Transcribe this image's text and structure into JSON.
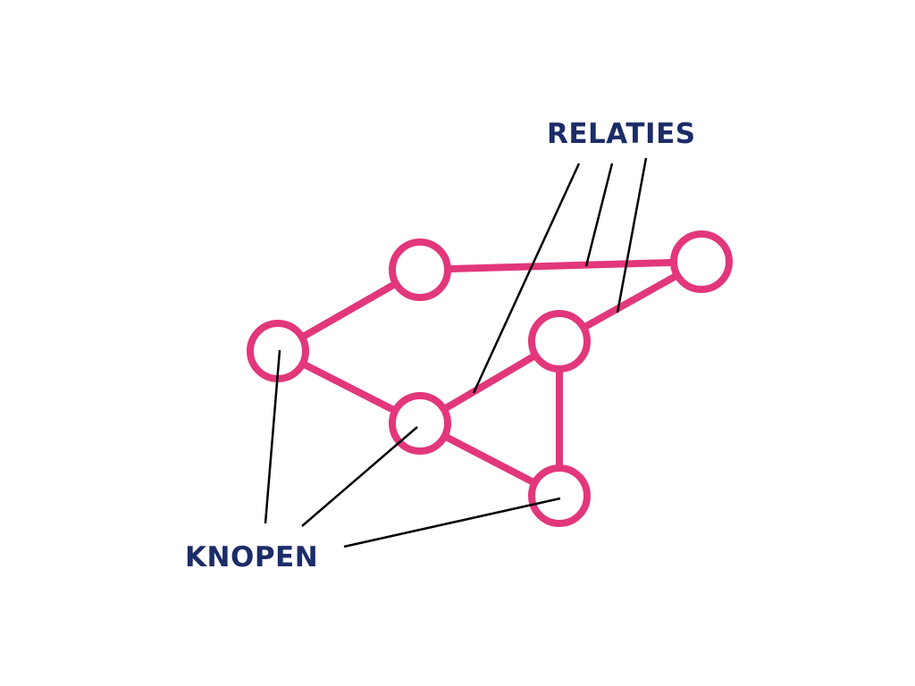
{
  "labels": {
    "relations": "RELATIES",
    "nodes": "KNOPEN"
  },
  "colors": {
    "node": "#E2377A",
    "text": "#1C2C68",
    "leader": "#000000"
  },
  "graph": {
    "nodes": [
      "A",
      "B",
      "C",
      "D",
      "E",
      "F"
    ],
    "edges": [
      [
        "A",
        "B"
      ],
      [
        "C",
        "A"
      ],
      [
        "C",
        "E"
      ],
      [
        "E",
        "D"
      ],
      [
        "D",
        "B"
      ],
      [
        "D",
        "F"
      ],
      [
        "E",
        "F"
      ]
    ],
    "relations_annotated": [
      [
        "E",
        "D"
      ],
      [
        "A",
        "B"
      ],
      [
        "D",
        "B"
      ]
    ],
    "nodes_annotated": [
      "C",
      "E",
      "F"
    ]
  }
}
